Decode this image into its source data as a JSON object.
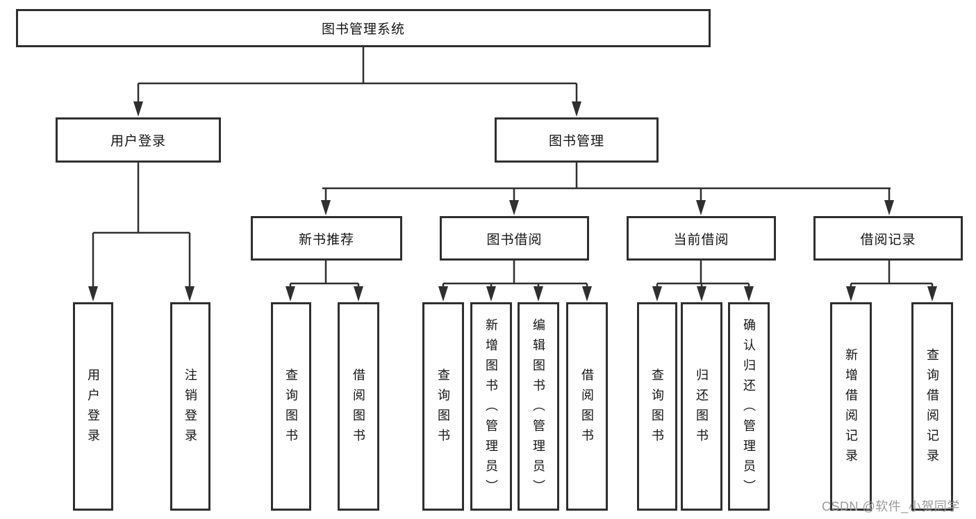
{
  "diagram": {
    "title": "图书管理系统",
    "root": {
      "label": "图书管理系统"
    },
    "level2": [
      {
        "label": "用户登录"
      },
      {
        "label": "图书管理"
      }
    ],
    "level3": [
      {
        "label": "新书推荐"
      },
      {
        "label": "图书借阅"
      },
      {
        "label": "当前借阅"
      },
      {
        "label": "借阅记录"
      }
    ],
    "leaves": {
      "user_login": [
        "用户登录",
        "注销登录"
      ],
      "new_book": [
        "查询图书",
        "借阅图书"
      ],
      "book_borrow": [
        "查询图书",
        "新增图书（管理员）",
        "编辑图书（管理员）",
        "借阅图书"
      ],
      "current_borrow": [
        "查询图书",
        "归还图书",
        "确认归还（管理员）"
      ],
      "borrow_record": [
        "新增借阅记录",
        "查询借阅记录"
      ]
    },
    "colors": {
      "line": "#2f2f2f",
      "box_border": "#2f2f2f",
      "text": "#141414",
      "watermark": "#9a9a9a"
    },
    "watermark": "CSDN @软件_小贺同学"
  }
}
